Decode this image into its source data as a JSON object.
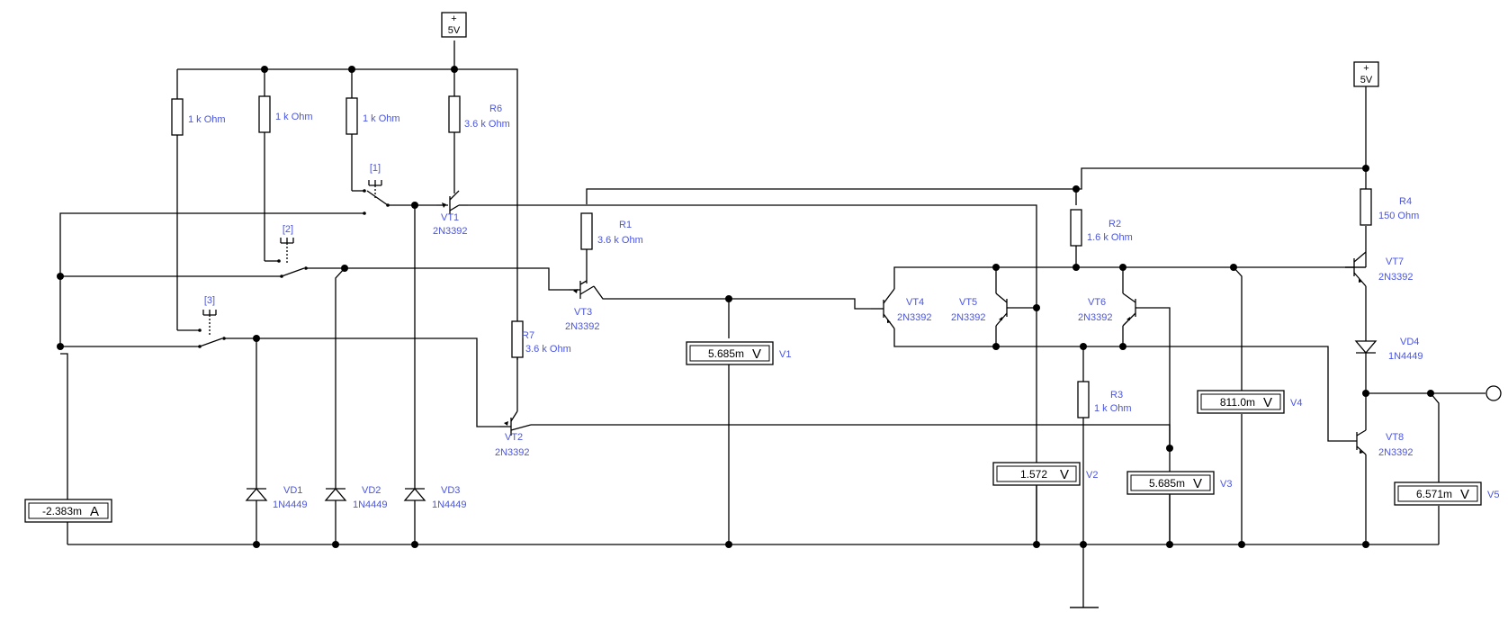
{
  "power": [
    {
      "id": "p1",
      "text": "5V"
    },
    {
      "id": "p2",
      "text": "5V"
    }
  ],
  "resistors": [
    {
      "id": "ra",
      "value": "1 k Ohm"
    },
    {
      "id": "rb",
      "value": "1 k Ohm"
    },
    {
      "id": "rc",
      "value": "1 k Ohm"
    },
    {
      "id": "r6",
      "name": "R6",
      "value": "3.6 k Ohm"
    },
    {
      "id": "r1",
      "name": "R1",
      "value": "3.6 k Ohm"
    },
    {
      "id": "r7",
      "name": "R7",
      "value": "3.6 k Ohm"
    },
    {
      "id": "r2",
      "name": "R2",
      "value": "1.6 k Ohm"
    },
    {
      "id": "r3",
      "name": "R3",
      "value": "1 k Ohm"
    },
    {
      "id": "r4",
      "name": "R4",
      "value": "150  Ohm"
    }
  ],
  "transistors": [
    {
      "id": "vt1",
      "name": "VT1",
      "model": "2N3392"
    },
    {
      "id": "vt2",
      "name": "VT2",
      "model": "2N3392"
    },
    {
      "id": "vt3",
      "name": "VT3",
      "model": "2N3392"
    },
    {
      "id": "vt4",
      "name": "VT4",
      "model": "2N3392"
    },
    {
      "id": "vt5",
      "name": "VT5",
      "model": "2N3392"
    },
    {
      "id": "vt6",
      "name": "VT6",
      "model": "2N3392"
    },
    {
      "id": "vt7",
      "name": "VT7",
      "model": "2N3392"
    },
    {
      "id": "vt8",
      "name": "VT8",
      "model": "2N3392"
    }
  ],
  "diodes": [
    {
      "id": "vd1",
      "name": "VD1",
      "model": "1N4449"
    },
    {
      "id": "vd2",
      "name": "VD2",
      "model": "1N4449"
    },
    {
      "id": "vd3",
      "name": "VD3",
      "model": "1N4449"
    },
    {
      "id": "vd4",
      "name": "VD4",
      "model": "1N4449"
    }
  ],
  "switches": [
    {
      "id": "s1",
      "key": "[1]"
    },
    {
      "id": "s2",
      "key": "[2]"
    },
    {
      "id": "s3",
      "key": "[3]"
    }
  ],
  "meters": [
    {
      "id": "a1",
      "value": "-2.383m",
      "unit": "A",
      "name": ""
    },
    {
      "id": "v1",
      "value": "5.685m",
      "unit": "V",
      "name": "V1"
    },
    {
      "id": "v2",
      "value": "1.572",
      "unit": "V",
      "name": "V2"
    },
    {
      "id": "v3",
      "value": "5.685m",
      "unit": "V",
      "name": "V3"
    },
    {
      "id": "v4",
      "value": "811.0m",
      "unit": "V",
      "name": "V4"
    },
    {
      "id": "v5",
      "value": "6.571m",
      "unit": "V",
      "name": "V5"
    }
  ]
}
